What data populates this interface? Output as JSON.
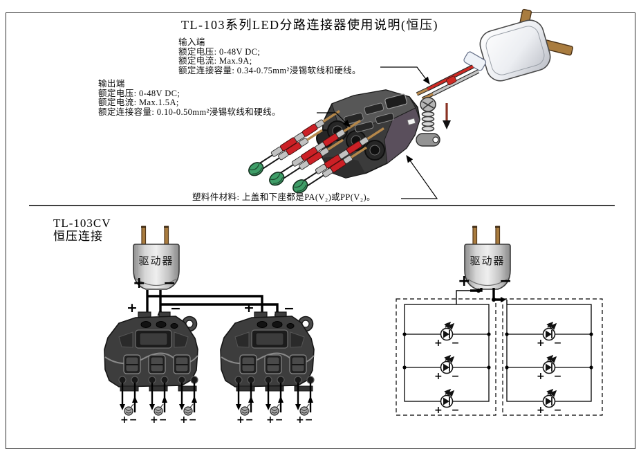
{
  "page": {
    "title": "TL-103系列LED分路连接器使用说明(恒压)"
  },
  "specs": {
    "input": {
      "heading": "输入端",
      "line1": "额定电压: 0-48V DC;",
      "line2": "额定电流: Max.9A;",
      "line3": "额定连接容量: 0.34-0.75mm²浸锡软线和硬线。"
    },
    "output": {
      "heading": "输出端",
      "line1": "额定电压: 0-48V DC;",
      "line2": "额定电流: Max.1.5A;",
      "line3": "额定连接容量: 0.10-0.50mm²浸锡软线和硬线。"
    },
    "material_note": "塑料件材料: 上盖和下座都是PA(V₂)或PP(V₂)。"
  },
  "section2": {
    "model": "TL-103CV",
    "mode": "恒压连接",
    "driver_label": "驱动器"
  },
  "symbols": {
    "plus": "+",
    "minus": "−",
    "plus_minus": "+−",
    "plus_minus_spaced": "+ −"
  },
  "colors": {
    "wire_red": "#c42420",
    "brass": "#a97c3f",
    "led_green": "#3f9e68",
    "connector_dark": "#3d3d3d",
    "line": "#000000"
  }
}
